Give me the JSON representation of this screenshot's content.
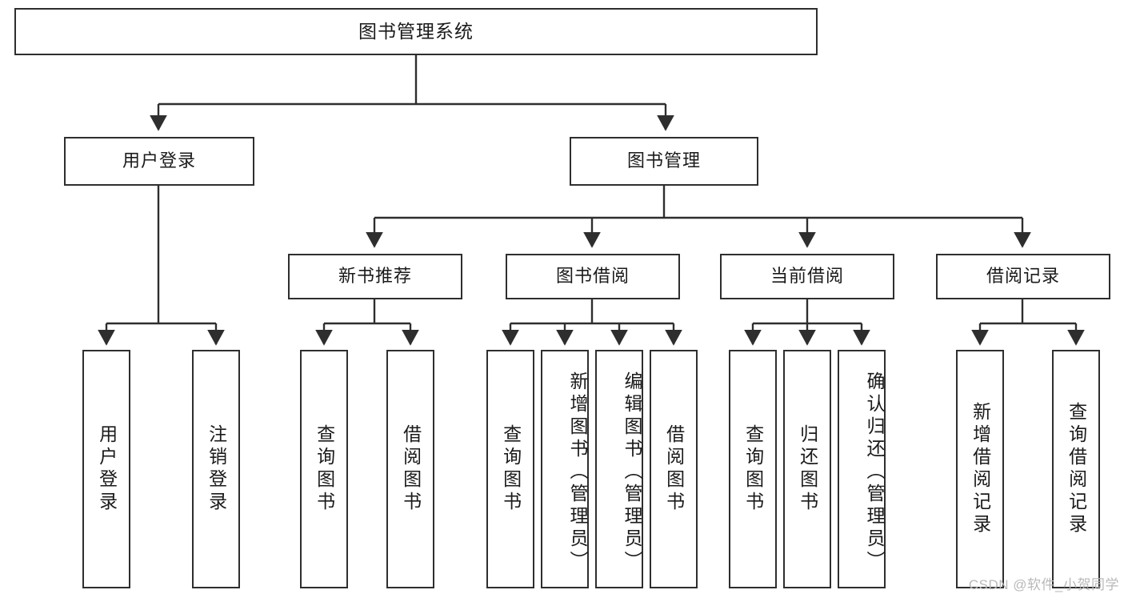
{
  "diagram": {
    "type": "tree",
    "title": "图书管理系统功能结构图",
    "colors": {
      "stroke": "#2e2e2e",
      "fill": "#ffffff",
      "text": "#1a1a1a",
      "watermark": "#b9b9b9"
    },
    "root": {
      "label": "图书管理系统"
    },
    "level2": [
      {
        "label": "用户登录"
      },
      {
        "label": "图书管理"
      }
    ],
    "level3": [
      {
        "label": "新书推荐"
      },
      {
        "label": "图书借阅"
      },
      {
        "label": "当前借阅"
      },
      {
        "label": "借阅记录"
      }
    ],
    "leaves": {
      "user_login": [
        {
          "label": "用户登录"
        },
        {
          "label": "注销登录"
        }
      ],
      "new_book": [
        {
          "label": "查询图书"
        },
        {
          "label": "借阅图书"
        }
      ],
      "borrow_book": [
        {
          "label": "查询图书"
        },
        {
          "label": "新增图书（管理员）"
        },
        {
          "label": "编辑图书（管理员）"
        },
        {
          "label": "借阅图书"
        }
      ],
      "current_borrow": [
        {
          "label": "查询图书"
        },
        {
          "label": "归还图书"
        },
        {
          "label": "确认归还（管理员）"
        }
      ],
      "borrow_record": [
        {
          "label": "新增借阅记录"
        },
        {
          "label": "查询借阅记录"
        }
      ]
    }
  },
  "watermark": {
    "text": "CSDN @软件_小贺同学"
  }
}
